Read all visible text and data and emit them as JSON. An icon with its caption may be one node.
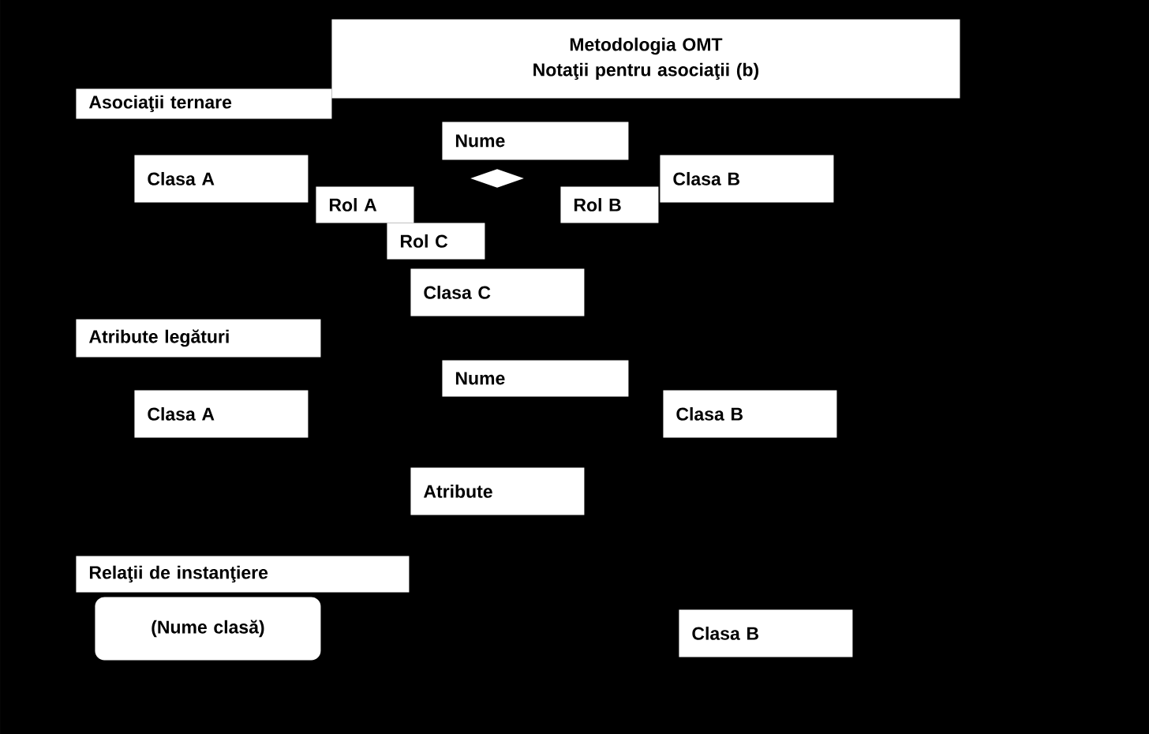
{
  "diagram": {
    "nodes": [
      {
        "text": [
          "Metodologia OMT",
          "Notaţii pentru asociaţii (b)"
        ]
      },
      {
        "text": [
          "Asociaţii ternare"
        ]
      },
      {
        "text": [
          "Nume"
        ]
      },
      {
        "text": [
          "Clasa A"
        ]
      },
      {
        "text": [
          "Clasa B"
        ]
      },
      {
        "text": [],
        "shape": "diamond"
      },
      {
        "text": [
          "Rol A"
        ]
      },
      {
        "text": [
          "Rol B"
        ]
      },
      {
        "text": [
          "Rol C"
        ]
      },
      {
        "text": [
          "Clasa C"
        ]
      },
      {
        "text": [
          "Atribute legături"
        ]
      },
      {
        "text": [
          "Nume"
        ]
      },
      {
        "text": [
          "Clasa A"
        ]
      },
      {
        "text": [
          "Clasa B"
        ]
      },
      {
        "text": [
          "Atribute"
        ]
      },
      {
        "text": [
          "Relaţii de instanţiere"
        ]
      },
      {
        "text": [
          "(Nume clasă)"
        ]
      },
      {
        "text": [
          "Clasa B"
        ]
      }
    ]
  }
}
